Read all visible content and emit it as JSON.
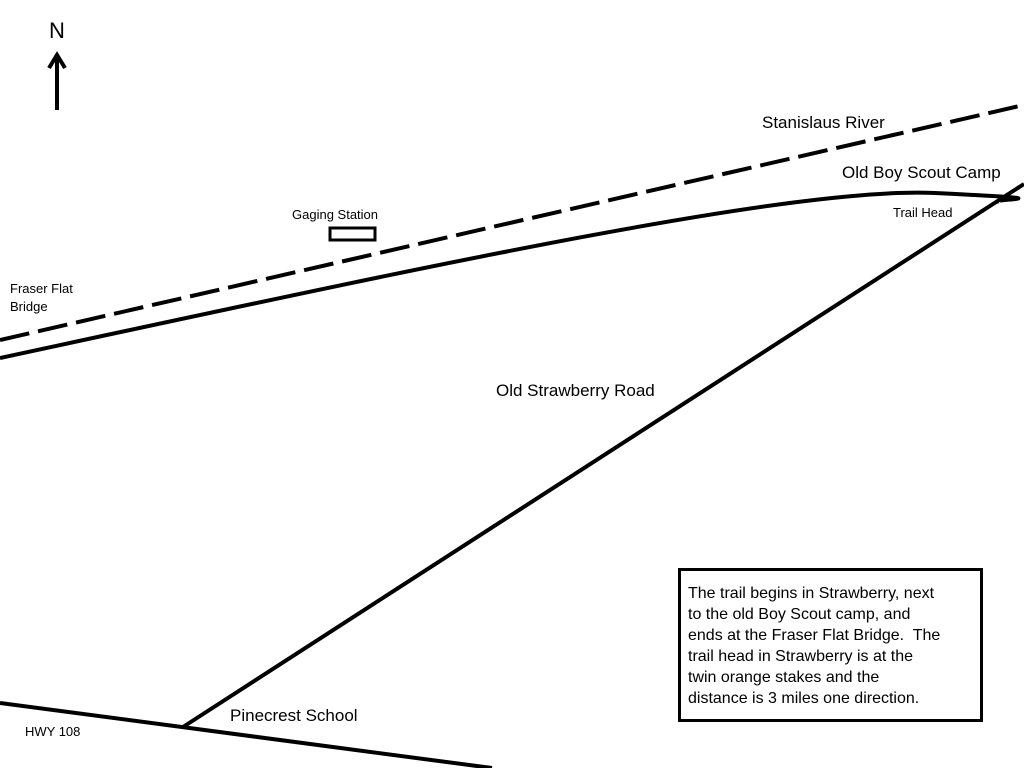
{
  "compass": {
    "north_label": "N",
    "icon": "north-arrow-icon"
  },
  "labels": {
    "stanislaus_river": "Stanislaus River",
    "old_boy_scout_camp": "Old Boy Scout Camp",
    "trail_head": "Trail Head",
    "gaging_station": "Gaging Station",
    "fraser_flat_bridge": [
      "Fraser Flat",
      "Bridge"
    ],
    "old_strawberry_road": "Old Strawberry Road",
    "pinecrest_school": "Pinecrest School",
    "hwy_108": "HWY 108"
  },
  "description": {
    "lines": [
      "The trail begins in Strawberry, next",
      "to the old Boy Scout camp, and",
      "ends at the Fraser Flat Bridge.  The",
      "trail head in Strawberry is at the",
      "twin orange stakes and the",
      "distance is 3 miles one direction."
    ]
  },
  "colors": {
    "ink": "#000000",
    "background": "#ffffff"
  }
}
